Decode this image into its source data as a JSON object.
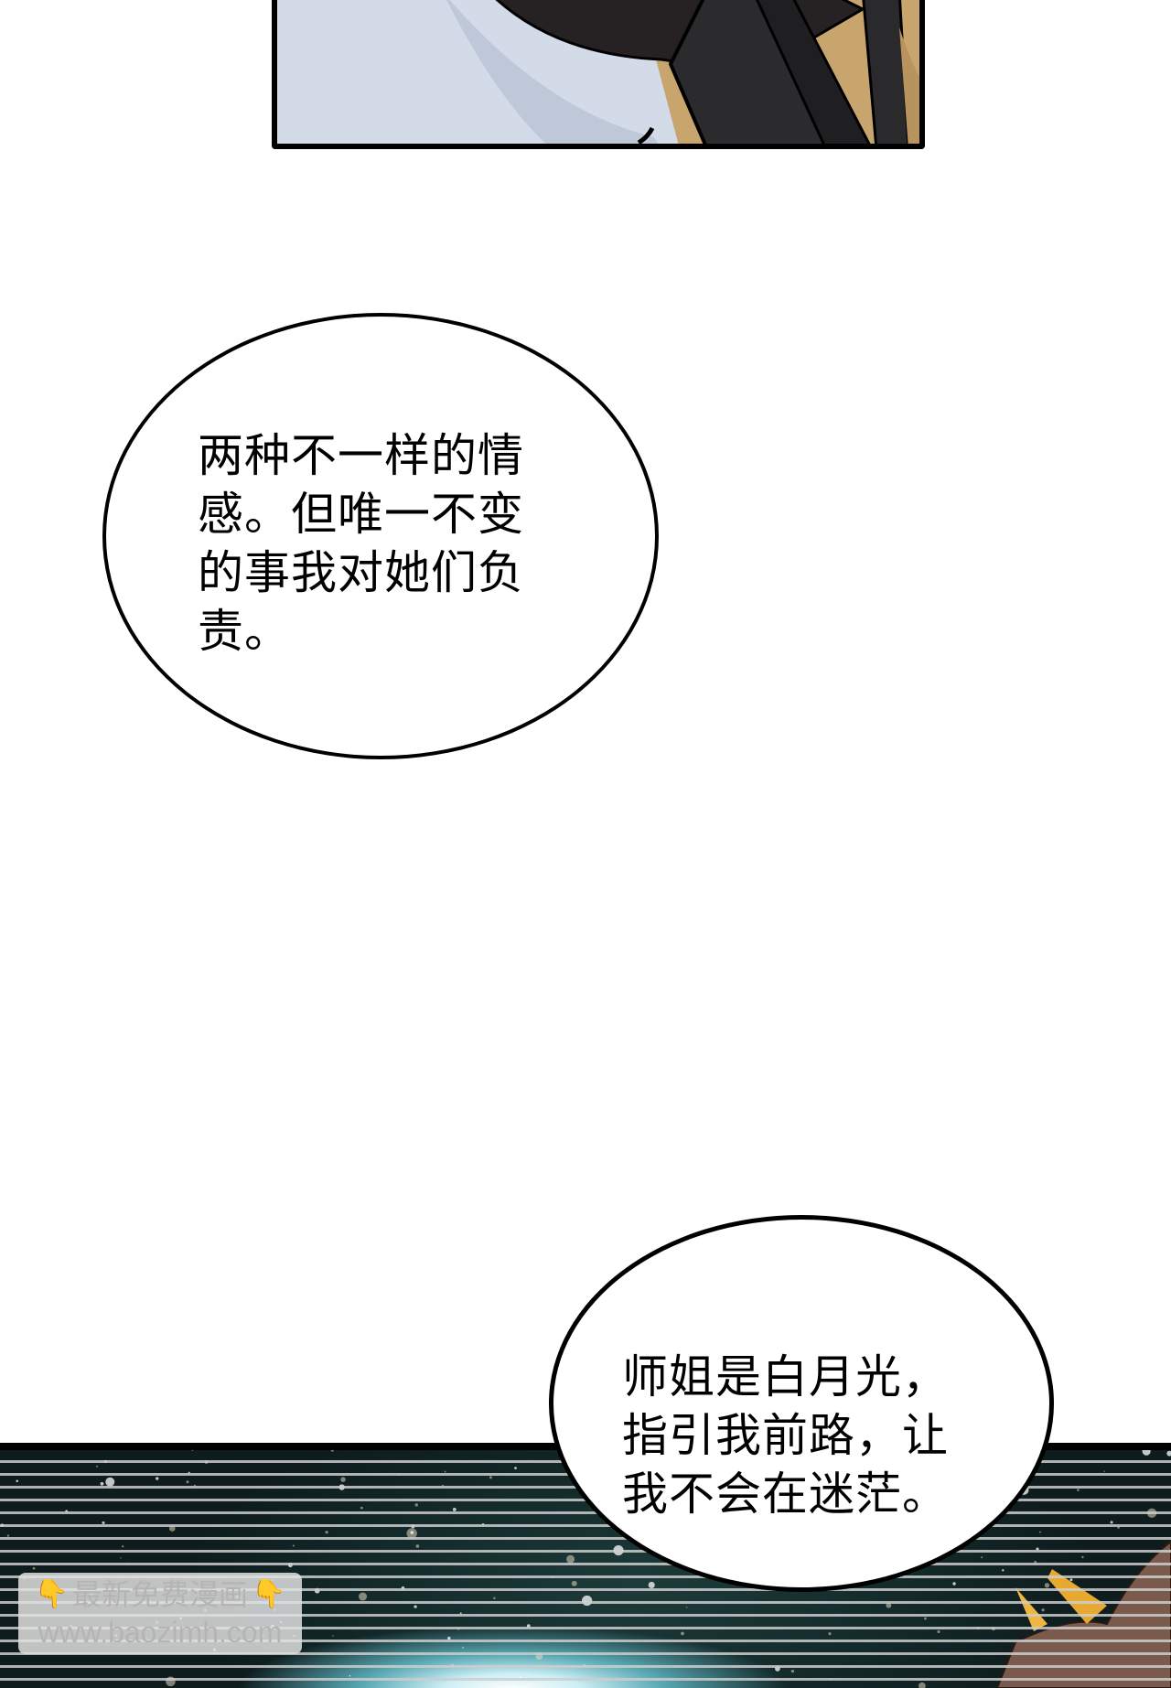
{
  "panels": {
    "top": {
      "description": "Close-up of character with dark hair and dark collar against pale blue background",
      "colors": {
        "background": "#d3dbe9",
        "hair": "#262224",
        "skin": "#c9a56e"
      }
    },
    "bottom": {
      "description": "Dark teal starry cosmic background with horizontal stripes, a bright glow at the bottom, and a brown-cloaked figure with golden blade shapes at right",
      "colors": {
        "sky": "#13292a",
        "glow": "#cdeff6",
        "stripes": "#cdcdcd",
        "cloak": "#7a5a4c",
        "blade": "#e8a930"
      }
    }
  },
  "bubbles": [
    {
      "text": "两种不一样的情\n感。但唯一不变\n的事我对她们负\n责。"
    },
    {
      "text": "师姐是白月光，\n指引我前路，让\n我不会在迷茫。"
    }
  ],
  "watermark": {
    "line1": "最新免费漫画",
    "line2": "www.baozimh.com",
    "hand_icon": "👇"
  }
}
